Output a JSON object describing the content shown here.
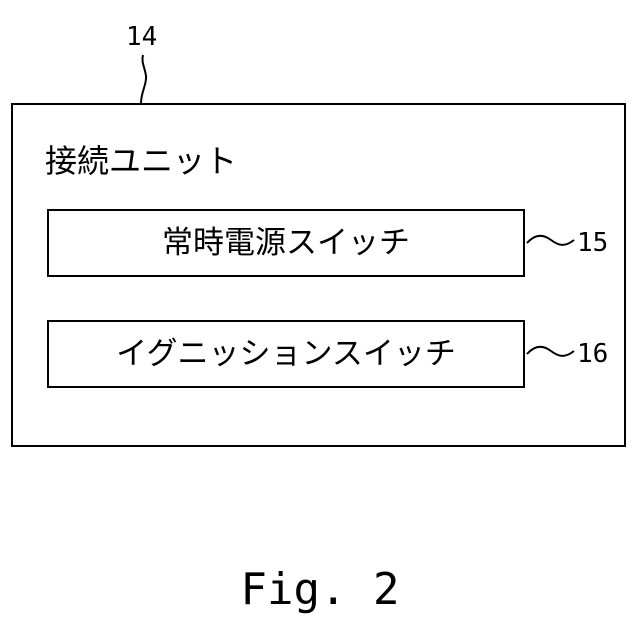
{
  "reference_numerals": {
    "connection_unit": "14",
    "constant_power_switch": "15",
    "ignition_switch": "16"
  },
  "connection_unit": {
    "title": "接続ユニット"
  },
  "switches": [
    {
      "label": "常時電源スイッチ"
    },
    {
      "label": "イグニッションスイッチ"
    }
  ],
  "caption": "Fig. 2"
}
